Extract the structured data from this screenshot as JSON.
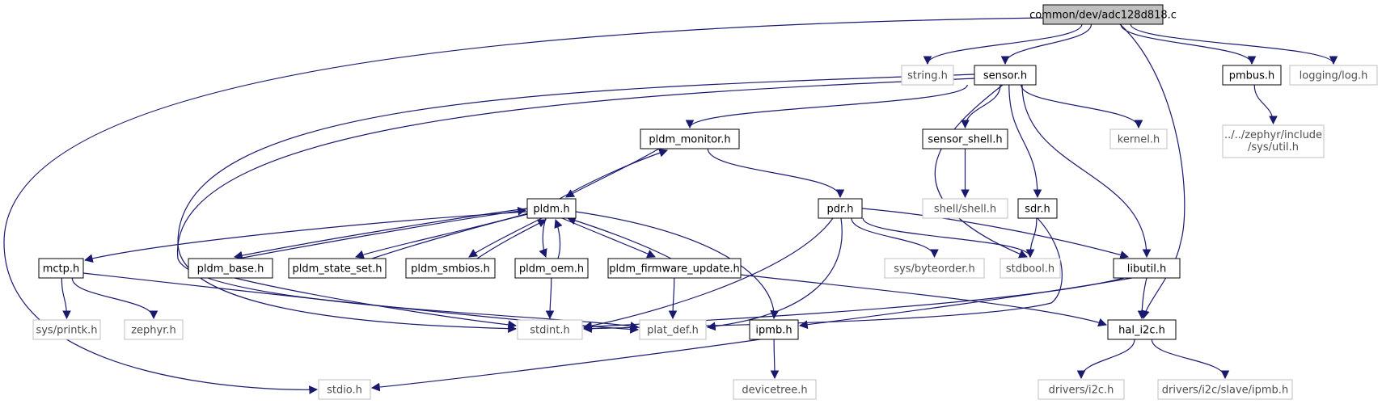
{
  "colors": {
    "edge": "#191970",
    "main_fill": "#bfbfbf",
    "node_border": "#000000",
    "external_border": "#bfbfbf",
    "external_text": "#4d4d4d"
  },
  "nodes": [
    {
      "id": "adc",
      "label": "common/dev/adc128d818.c",
      "kind": "main"
    },
    {
      "id": "string",
      "label": "string.h",
      "kind": "ext"
    },
    {
      "id": "sensor",
      "label": "sensor.h",
      "kind": "doc"
    },
    {
      "id": "pmbus",
      "label": "pmbus.h",
      "kind": "doc"
    },
    {
      "id": "loglog",
      "label": "logging/log.h",
      "kind": "ext"
    },
    {
      "id": "sysutil",
      "label": "../../zephyr/include\n/sys/util.h",
      "kind": "ext"
    },
    {
      "id": "pldm_monitor",
      "label": "pldm_monitor.h",
      "kind": "doc"
    },
    {
      "id": "sensor_shell",
      "label": "sensor_shell.h",
      "kind": "doc"
    },
    {
      "id": "kernel",
      "label": "kernel.h",
      "kind": "ext"
    },
    {
      "id": "pldm",
      "label": "pldm.h",
      "kind": "doc"
    },
    {
      "id": "pdr",
      "label": "pdr.h",
      "kind": "doc"
    },
    {
      "id": "shell",
      "label": "shell/shell.h",
      "kind": "ext"
    },
    {
      "id": "sdr",
      "label": "sdr.h",
      "kind": "doc"
    },
    {
      "id": "mctp",
      "label": "mctp.h",
      "kind": "doc"
    },
    {
      "id": "pldm_base",
      "label": "pldm_base.h",
      "kind": "doc"
    },
    {
      "id": "pldm_state_set",
      "label": "pldm_state_set.h",
      "kind": "doc"
    },
    {
      "id": "pldm_smbios",
      "label": "pldm_smbios.h",
      "kind": "doc"
    },
    {
      "id": "pldm_oem",
      "label": "pldm_oem.h",
      "kind": "doc"
    },
    {
      "id": "pldm_fw",
      "label": "pldm_firmware_update.h",
      "kind": "doc"
    },
    {
      "id": "byteorder",
      "label": "sys/byteorder.h",
      "kind": "ext"
    },
    {
      "id": "stdbool",
      "label": "stdbool.h",
      "kind": "ext"
    },
    {
      "id": "libutil",
      "label": "libutil.h",
      "kind": "doc"
    },
    {
      "id": "printk",
      "label": "sys/printk.h",
      "kind": "ext"
    },
    {
      "id": "zephyr",
      "label": "zephyr.h",
      "kind": "ext"
    },
    {
      "id": "stdint",
      "label": "stdint.h",
      "kind": "ext"
    },
    {
      "id": "plat_def",
      "label": "plat_def.h",
      "kind": "ext"
    },
    {
      "id": "ipmb",
      "label": "ipmb.h",
      "kind": "doc"
    },
    {
      "id": "hal_i2c",
      "label": "hal_i2c.h",
      "kind": "doc"
    },
    {
      "id": "stdio",
      "label": "stdio.h",
      "kind": "ext"
    },
    {
      "id": "devicetree",
      "label": "devicetree.h",
      "kind": "ext"
    },
    {
      "id": "drv_i2c",
      "label": "drivers/i2c.h",
      "kind": "ext"
    },
    {
      "id": "drv_ipmb",
      "label": "drivers/i2c/slave/ipmb.h",
      "kind": "ext"
    }
  ],
  "edges": [
    [
      "adc",
      "string"
    ],
    [
      "adc",
      "sensor"
    ],
    [
      "adc",
      "pmbus"
    ],
    [
      "adc",
      "loglog"
    ],
    [
      "adc",
      "hal_i2c"
    ],
    [
      "adc",
      "stdio"
    ],
    [
      "pmbus",
      "sysutil"
    ],
    [
      "sensor",
      "pldm_monitor"
    ],
    [
      "sensor",
      "sensor_shell"
    ],
    [
      "sensor",
      "kernel"
    ],
    [
      "sensor",
      "sdr"
    ],
    [
      "sensor",
      "libutil"
    ],
    [
      "sensor",
      "stdbool"
    ],
    [
      "sensor",
      "stdint"
    ],
    [
      "sensor",
      "plat_def"
    ],
    [
      "pldm_monitor",
      "pldm"
    ],
    [
      "pldm_monitor",
      "pdr"
    ],
    [
      "sensor_shell",
      "shell"
    ],
    [
      "pldm",
      "pldm_monitor"
    ],
    [
      "pldm",
      "mctp"
    ],
    [
      "pldm",
      "pldm_base"
    ],
    [
      "pldm",
      "pldm_state_set"
    ],
    [
      "pldm",
      "pldm_smbios"
    ],
    [
      "pldm",
      "pldm_oem"
    ],
    [
      "pldm",
      "pldm_fw"
    ],
    [
      "pldm",
      "ipmb"
    ],
    [
      "pldm_base",
      "pldm"
    ],
    [
      "pldm_state_set",
      "pldm"
    ],
    [
      "pldm_smbios",
      "pldm"
    ],
    [
      "pldm_oem",
      "pldm"
    ],
    [
      "pldm_fw",
      "pldm"
    ],
    [
      "pdr",
      "byteorder"
    ],
    [
      "pdr",
      "stdbool"
    ],
    [
      "pdr",
      "libutil"
    ],
    [
      "pdr",
      "stdint"
    ],
    [
      "pdr",
      "plat_def"
    ],
    [
      "sdr",
      "stdbool"
    ],
    [
      "sdr",
      "stdint"
    ],
    [
      "mctp",
      "printk"
    ],
    [
      "mctp",
      "zephyr"
    ],
    [
      "mctp",
      "plat_def"
    ],
    [
      "pldm_base",
      "stdint"
    ],
    [
      "pldm_oem",
      "stdint"
    ],
    [
      "pldm_fw",
      "plat_def"
    ],
    [
      "pldm_fw",
      "hal_i2c"
    ],
    [
      "libutil",
      "hal_i2c"
    ],
    [
      "libutil",
      "stdint"
    ],
    [
      "libutil",
      "ipmb"
    ],
    [
      "ipmb",
      "devicetree"
    ],
    [
      "ipmb",
      "stdio"
    ],
    [
      "hal_i2c",
      "drv_i2c"
    ],
    [
      "hal_i2c",
      "drv_ipmb"
    ]
  ]
}
